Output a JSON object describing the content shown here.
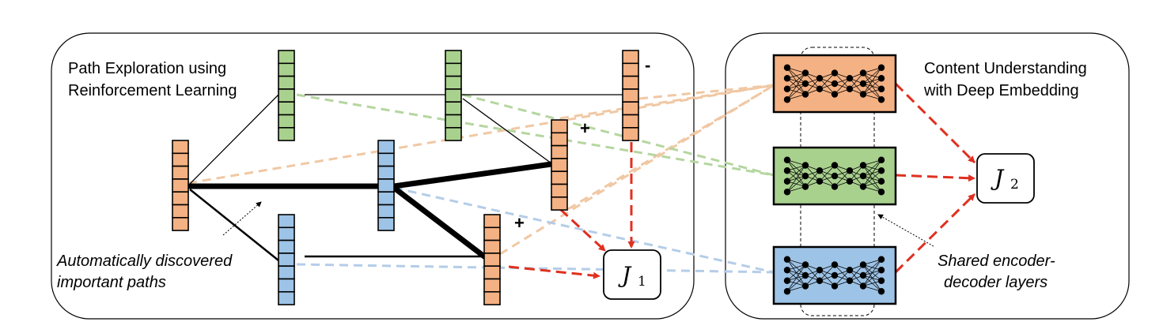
{
  "left_panel": {
    "title_line1": "Path Exploration using",
    "title_line2": "Reinforcement Learning",
    "annotation_line1": "Automatically discovered",
    "annotation_line2": "important paths",
    "sign_plus_1": "+",
    "sign_plus_2": "+",
    "sign_minus": "-",
    "objective": {
      "symbol": "J",
      "subscript": "1"
    }
  },
  "right_panel": {
    "title_line1": "Content Understanding",
    "title_line2": "with Deep Embedding",
    "annotation_line1": "Shared encoder-",
    "annotation_line2": "decoder layers",
    "objective": {
      "symbol": "J",
      "subscript": "2"
    }
  },
  "colors": {
    "orange": "#f4b183",
    "green": "#a9d18e",
    "blue": "#9dc3e6",
    "red": "#e03020",
    "orange_dash": "#f0c8a4",
    "green_dash": "#b5d6a0",
    "blue_dash": "#b4cde8"
  }
}
